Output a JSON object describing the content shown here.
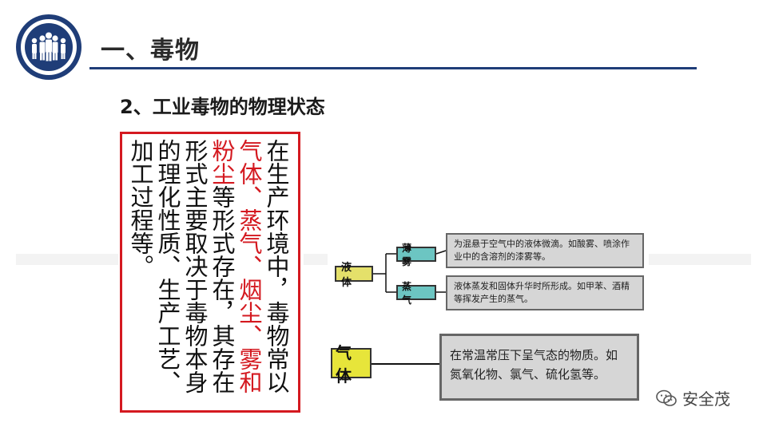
{
  "header": {
    "title": "一、毒物",
    "icon": "people-group-icon",
    "accent_color": "#1f3d78"
  },
  "subtitle": "2、工业毒物的物理状态",
  "text_box": {
    "border_color": "#d41920",
    "segments": [
      {
        "text": "在生产环境中，毒物常以",
        "highlight": false
      },
      {
        "text": "气体、蒸气、烟尘、雾和粉尘",
        "highlight": true
      },
      {
        "text": "等形式存在，其存在形式主要取决于毒物本身的理化性质、生产工艺、加工过程等。",
        "highlight": false
      }
    ]
  },
  "diagram": {
    "liquid": {
      "label": "液 体",
      "children": [
        {
          "label": "薄 雾",
          "description": "为混悬于空气中的液体微滴。如酸雾、喷涂作业中的含溶剂的漆雾等。"
        },
        {
          "label": "蒸 气",
          "description": "液体蒸发和固体升华时所形成。如甲苯、酒精等挥发产生的蒸气。"
        }
      ]
    },
    "gas": {
      "label": "气 体",
      "description": "在常温常压下呈气态的物质。如氮氧化物、氯气、硫化氢等。"
    }
  },
  "watermark": {
    "icon": "wechat-icon",
    "text": "安全茂"
  }
}
